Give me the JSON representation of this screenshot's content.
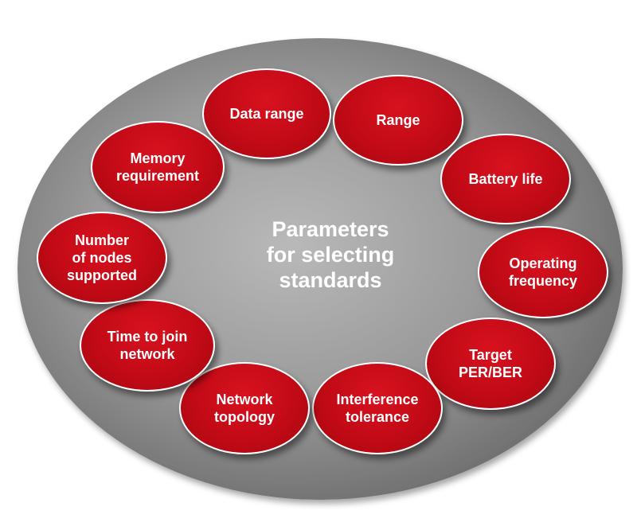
{
  "diagram": {
    "center_title": "Parameters\nfor selecting\nstandards",
    "nodes": [
      {
        "label": "Data range"
      },
      {
        "label": "Range"
      },
      {
        "label": "Battery life"
      },
      {
        "label": "Operating\nfrequency"
      },
      {
        "label": "Target\nPER/BER"
      },
      {
        "label": "Interference\ntolerance"
      },
      {
        "label": "Network\ntopology"
      },
      {
        "label": "Time to join\nnetwork"
      },
      {
        "label": "Number\nof nodes\nsupported"
      },
      {
        "label": "Memory\nrequirement"
      }
    ],
    "colors": {
      "node_fill": "#c20a16",
      "node_border": "#ffffff",
      "plate_light": "#b4b4b4",
      "plate_dark": "#6e6e6e",
      "text": "#ffffff"
    }
  }
}
